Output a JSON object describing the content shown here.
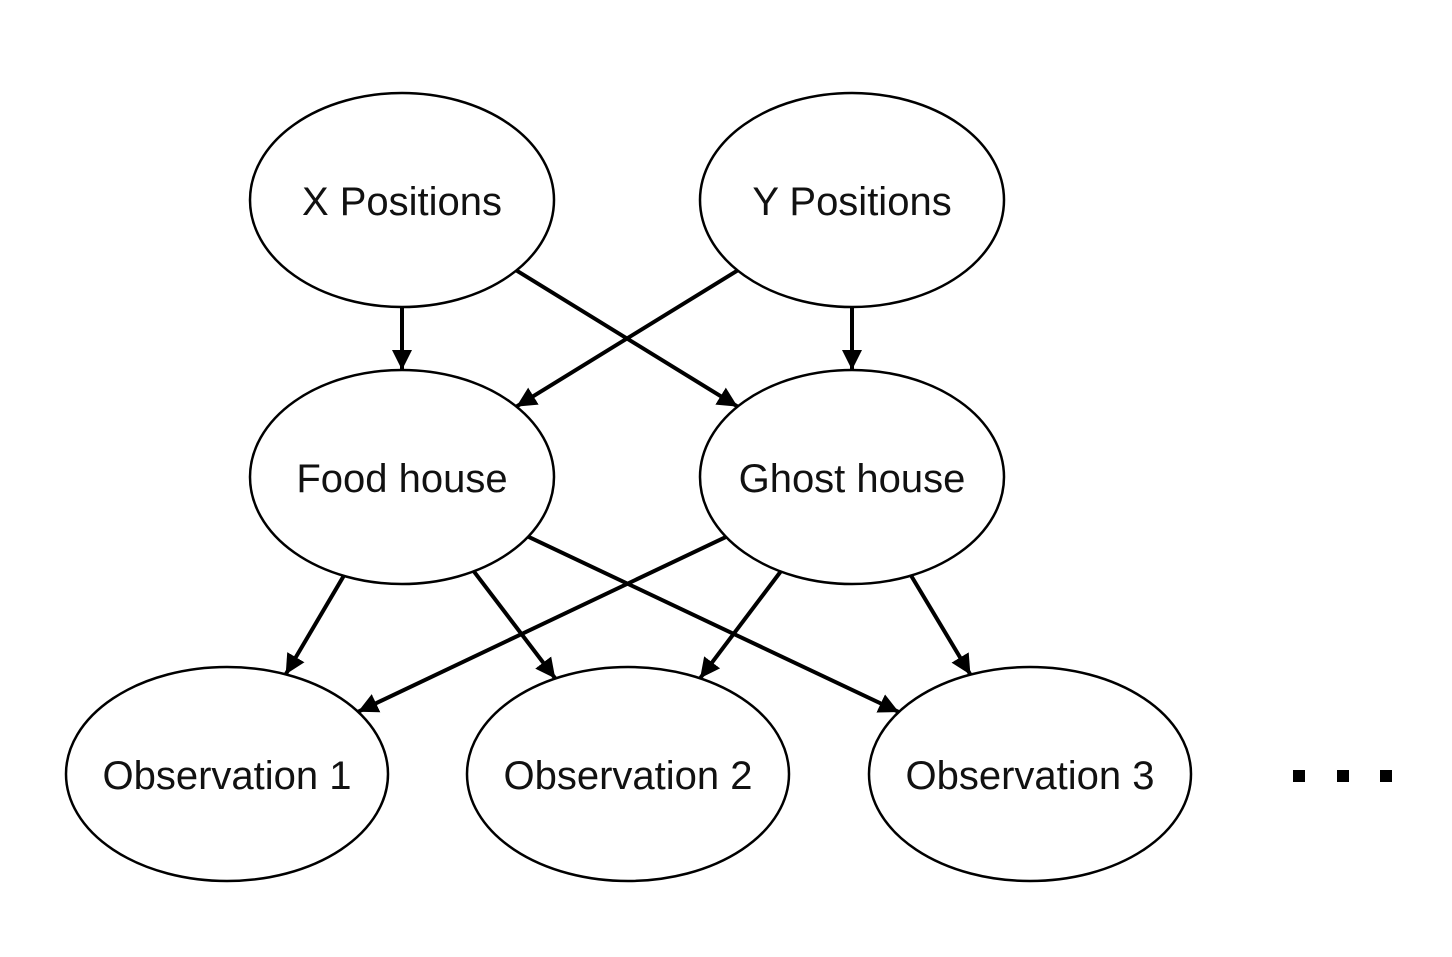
{
  "nodes": [
    {
      "id": "x-positions",
      "label": "X Positions"
    },
    {
      "id": "y-positions",
      "label": "Y Positions"
    },
    {
      "id": "food-house",
      "label": "Food house"
    },
    {
      "id": "ghost-house",
      "label": "Ghost house"
    },
    {
      "id": "observation-1",
      "label": "Observation 1"
    },
    {
      "id": "observation-2",
      "label": "Observation 2"
    },
    {
      "id": "observation-3",
      "label": "Observation 3"
    }
  ],
  "edges": [
    {
      "from": "x-positions",
      "to": "food-house"
    },
    {
      "from": "x-positions",
      "to": "ghost-house"
    },
    {
      "from": "y-positions",
      "to": "food-house"
    },
    {
      "from": "y-positions",
      "to": "ghost-house"
    },
    {
      "from": "food-house",
      "to": "observation-1"
    },
    {
      "from": "food-house",
      "to": "observation-2"
    },
    {
      "from": "food-house",
      "to": "observation-3"
    },
    {
      "from": "ghost-house",
      "to": "observation-1"
    },
    {
      "from": "ghost-house",
      "to": "observation-2"
    },
    {
      "from": "ghost-house",
      "to": "observation-3"
    }
  ],
  "continuation": "ellipsis",
  "colors": {
    "stroke": "#000000",
    "fill": "#ffffff",
    "text": "#111111"
  }
}
